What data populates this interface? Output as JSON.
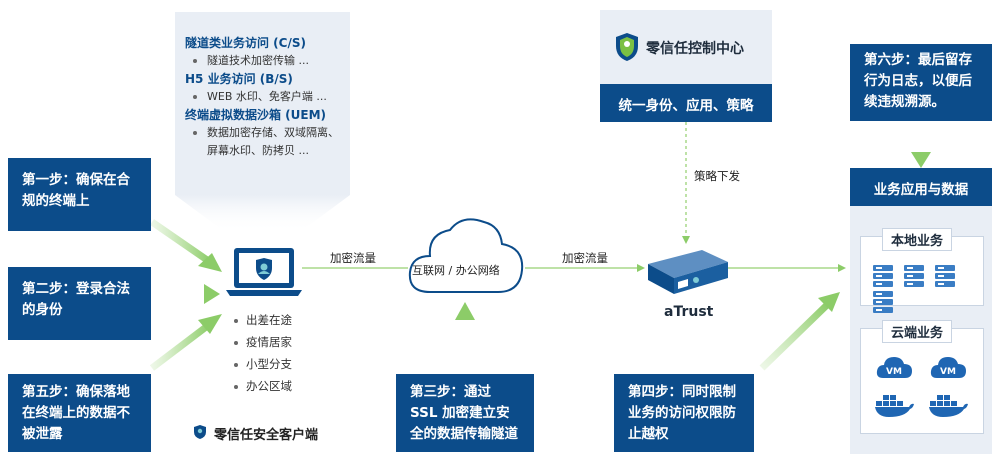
{
  "top_panel": {
    "h1": "隧道类业务访问 (C/S)",
    "b1": "隧道技术加密传输 ...",
    "h2": "H5 业务访问 (B/S)",
    "b2": "WEB 水印、免客户端 ...",
    "h3": "终端虚拟数据沙箱 (UEM)",
    "b3_line1": "数据加密存储、双域隔离、",
    "b3_line2": "屏幕水印、防拷贝 ..."
  },
  "steps": {
    "s1": "第一步：确保在合规的终端上",
    "s2": "第二步：登录合法的身份",
    "s5": "第五步：确保落地在终端上的数据不被泄露",
    "s3": "第三步：通过 SSL 加密建立安全的数据传输隧道",
    "s4": "第四步：同时限制业务的访问权限防止越权",
    "s6": "第六步：最后留存行为日志，以便后续违规溯源。"
  },
  "locations": [
    "出差在途",
    "疫情居家",
    "小型分支",
    "办公区域"
  ],
  "client_label": "零信任安全客户端",
  "flow": {
    "encrypt1": "加密流量",
    "encrypt2": "加密流量",
    "cloud": "互联网 / 办公网络",
    "policy": "策略下发",
    "device": "aTrust"
  },
  "control_center": {
    "title": "零信任控制中心",
    "sub": "统一身份、应用、策略"
  },
  "business": {
    "title": "业务应用与数据",
    "local": "本地业务",
    "cloud": "云端业务",
    "vm": "VM"
  },
  "colors": {
    "dark_blue": "#0c4c8a",
    "arrow_green": "#a8d98a",
    "panel_bg": "#e9eef5"
  }
}
